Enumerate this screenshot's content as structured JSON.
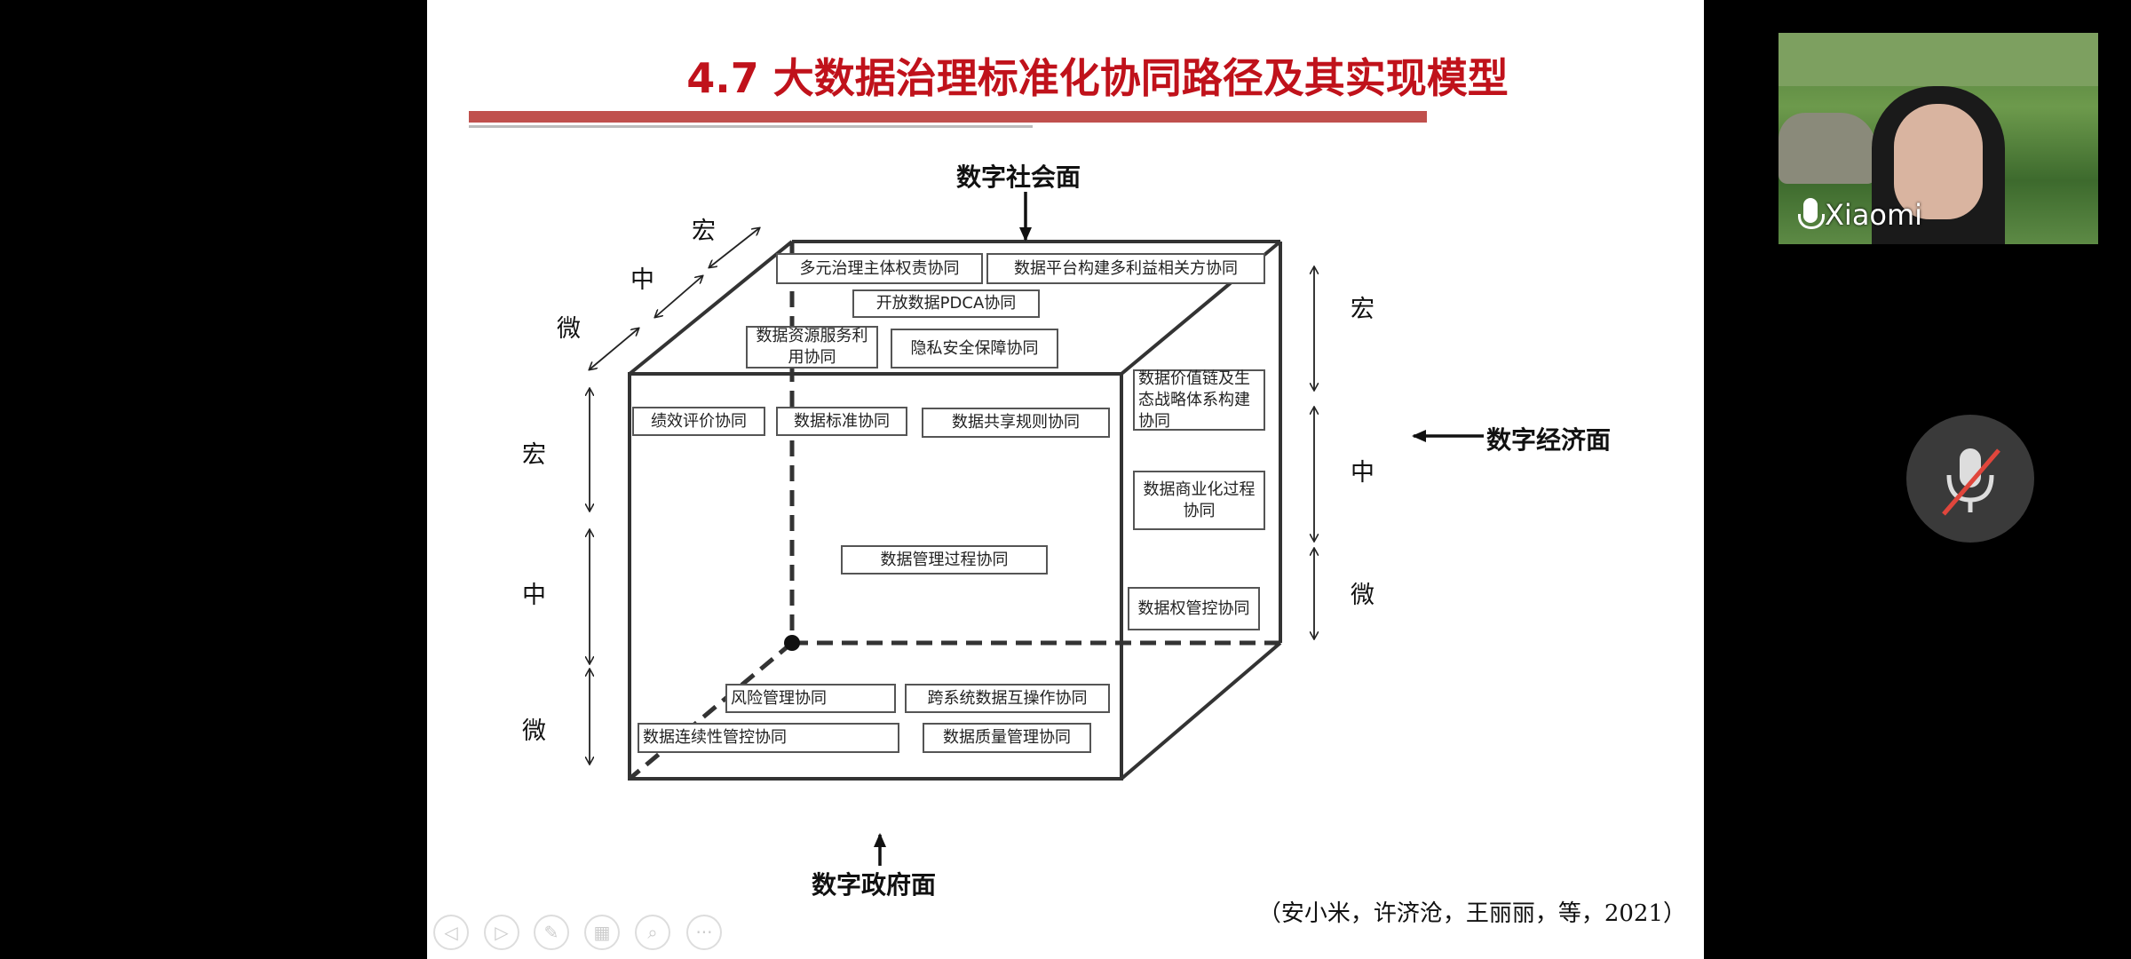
{
  "slide": {
    "title": "4.7 大数据治理标准化协同路径及其实现模型",
    "citation": "（安小米，许济沧，王丽丽，等，2021）"
  },
  "diagram": {
    "faces": {
      "society": "数字社会面",
      "economy": "数字经济面",
      "government": "数字政府面"
    },
    "scale": {
      "macro": "宏",
      "meso": "中",
      "micro": "微"
    },
    "boxes": [
      "多元治理主体权责协同",
      "数据平台构建多利益相关方协同",
      "开放数据PDCA协同",
      "数据资源服务利用协同",
      "隐私安全保障协同",
      "绩效评价协同",
      "数据标准协同",
      "数据共享规则协同",
      "数据价值链及生态战略体系构建协同",
      "数据商业化过程协同",
      "数据权管控协同",
      "数据管理过程协同",
      "风险管理协同",
      "跨系统数据互操作协同",
      "数据连续性管控协同",
      "数据质量管理协同"
    ]
  },
  "toolbar": {
    "icons": [
      "prev-icon",
      "next-icon",
      "pen-icon",
      "grid-icon",
      "zoom-icon",
      "more-icon"
    ]
  },
  "video": {
    "participant": "Xiaomi"
  },
  "colors": {
    "title": "#c0121b",
    "bar": "#c0504d",
    "mute_slash": "#e0463c"
  }
}
